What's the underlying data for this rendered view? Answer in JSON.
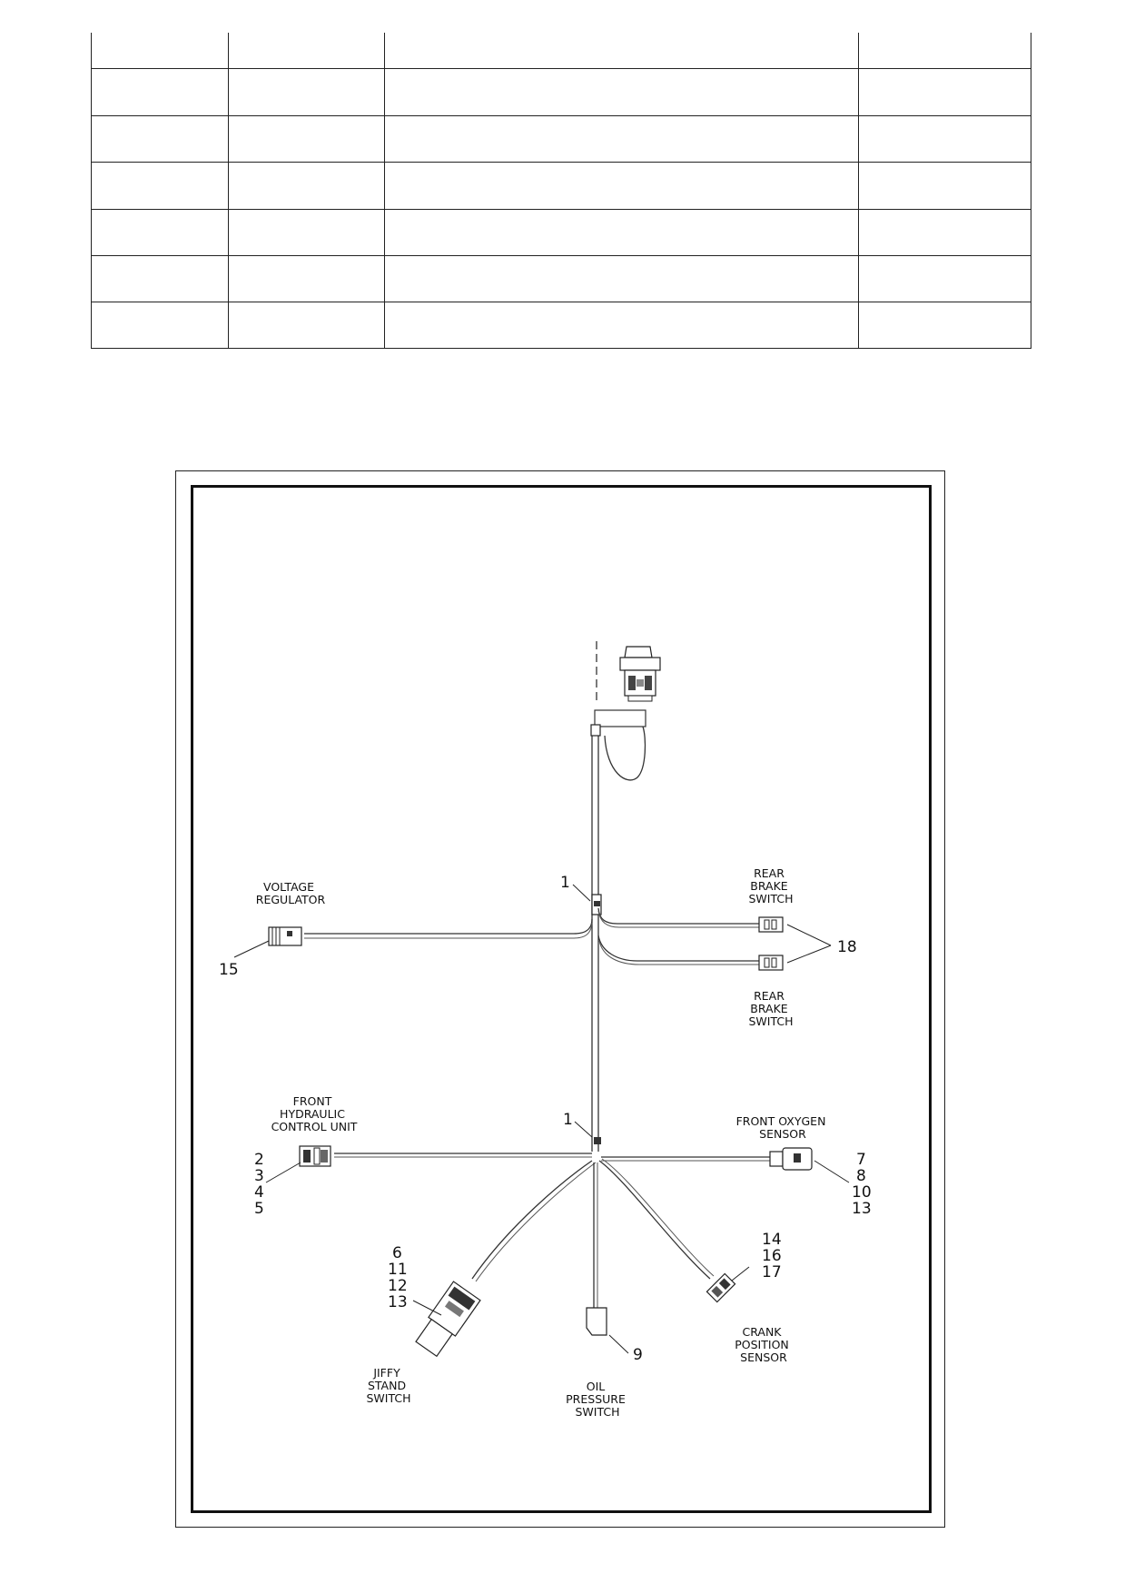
{
  "table": {
    "rows": [
      [
        "",
        "",
        "",
        ""
      ],
      [
        "",
        "",
        "",
        ""
      ],
      [
        "",
        "",
        "",
        ""
      ],
      [
        "",
        "",
        "",
        ""
      ],
      [
        "",
        "",
        "",
        ""
      ],
      [
        "",
        "",
        "",
        ""
      ],
      [
        "",
        "",
        "",
        ""
      ]
    ]
  },
  "diagram": {
    "labels": {
      "voltage_regulator": [
        "VOLTAGE",
        "REGULATOR"
      ],
      "rear_brake_switch_top": [
        "REAR",
        "BRAKE",
        "SWITCH"
      ],
      "rear_brake_switch_bottom": [
        "REAR",
        "BRAKE",
        "SWITCH"
      ],
      "front_hcu": [
        "FRONT",
        "HYDRAULIC",
        "CONTROL UNIT"
      ],
      "front_oxygen_sensor": [
        "FRONT OXYGEN",
        "SENSOR"
      ],
      "crank_position_sensor": [
        "CRANK",
        "POSITION",
        "SENSOR"
      ],
      "oil_pressure_switch": [
        "OIL",
        "PRESSURE",
        "SWITCH"
      ],
      "jiffy_stand_switch": [
        "JIFFY",
        "STAND",
        "SWITCH"
      ]
    },
    "callouts": {
      "clip_upper": "1",
      "clip_lower": "1",
      "voltage_regulator": "15",
      "rear_brake": "18",
      "front_hcu": [
        "2",
        "3",
        "4",
        "5"
      ],
      "front_oxygen": [
        "7",
        "8",
        "10",
        "13"
      ],
      "crank_position": [
        "14",
        "16",
        "17"
      ],
      "oil_pressure": "9",
      "jiffy_stand": [
        "6",
        "11",
        "12",
        "13"
      ]
    }
  }
}
